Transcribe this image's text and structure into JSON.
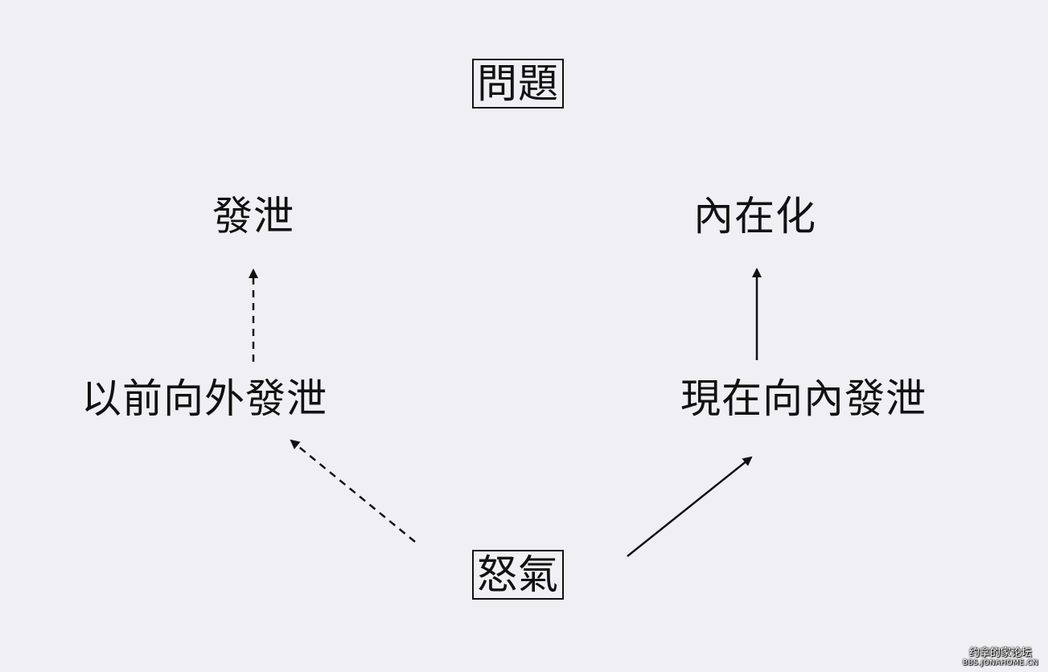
{
  "nodes": {
    "problem": "問題",
    "vent": "發泄",
    "internalize": "內在化",
    "past_outward": "以前向外發泄",
    "now_inward": "現在向內發泄",
    "anger": "怒氣"
  },
  "edges": [
    {
      "from": "anger",
      "to": "past_outward",
      "style": "dashed"
    },
    {
      "from": "past_outward",
      "to": "vent",
      "style": "dashed"
    },
    {
      "from": "anger",
      "to": "now_inward",
      "style": "solid"
    },
    {
      "from": "now_inward",
      "to": "internalize",
      "style": "solid"
    }
  ],
  "watermark": {
    "title": "约拿的家论坛",
    "url": "BBS.JONAHOME.CN"
  }
}
